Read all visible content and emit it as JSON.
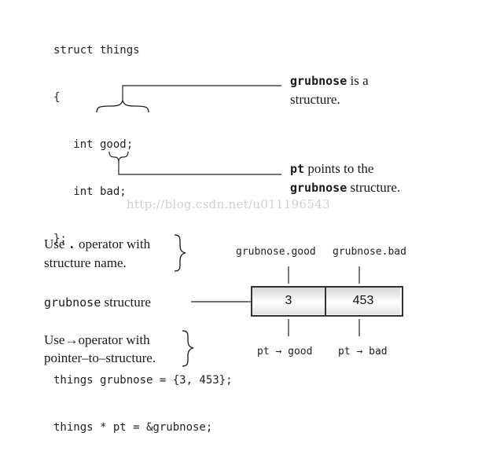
{
  "code": {
    "line1": "struct things",
    "line2": "{",
    "line3": "   int good;",
    "line4": "   int bad;",
    "line5": "};",
    "line6": "things grubnose = {3, 453};",
    "line7": "things * pt = &grubnose;"
  },
  "note_grubnose": {
    "mono": "grubnose",
    "text1": " is a",
    "text2": "structure."
  },
  "note_pt": {
    "mono1": "pt",
    "text1": " points to the",
    "mono2": "grubnose",
    "text2": " structure."
  },
  "watermark": "http://blog.csdn.net/u011196543",
  "dot_note": {
    "text1a": "Use",
    "dot": ".",
    "text1b": "operator with",
    "text2": "structure name."
  },
  "struct_label": {
    "mono": "grubnose",
    "text": " structure"
  },
  "arrow_note": {
    "text1a": "Use",
    "arrow": "→",
    "text1b": "operator with",
    "text2": "pointer–to–structure."
  },
  "member_labels": {
    "good": "grubnose.good",
    "bad": "grubnose.bad"
  },
  "cells": {
    "good": "3",
    "bad": "453"
  },
  "pointer_labels": {
    "good_left": "pt",
    "good_arrow": "→",
    "good_right": "good",
    "bad_left": "pt",
    "bad_arrow": "→",
    "bad_right": "bad"
  }
}
